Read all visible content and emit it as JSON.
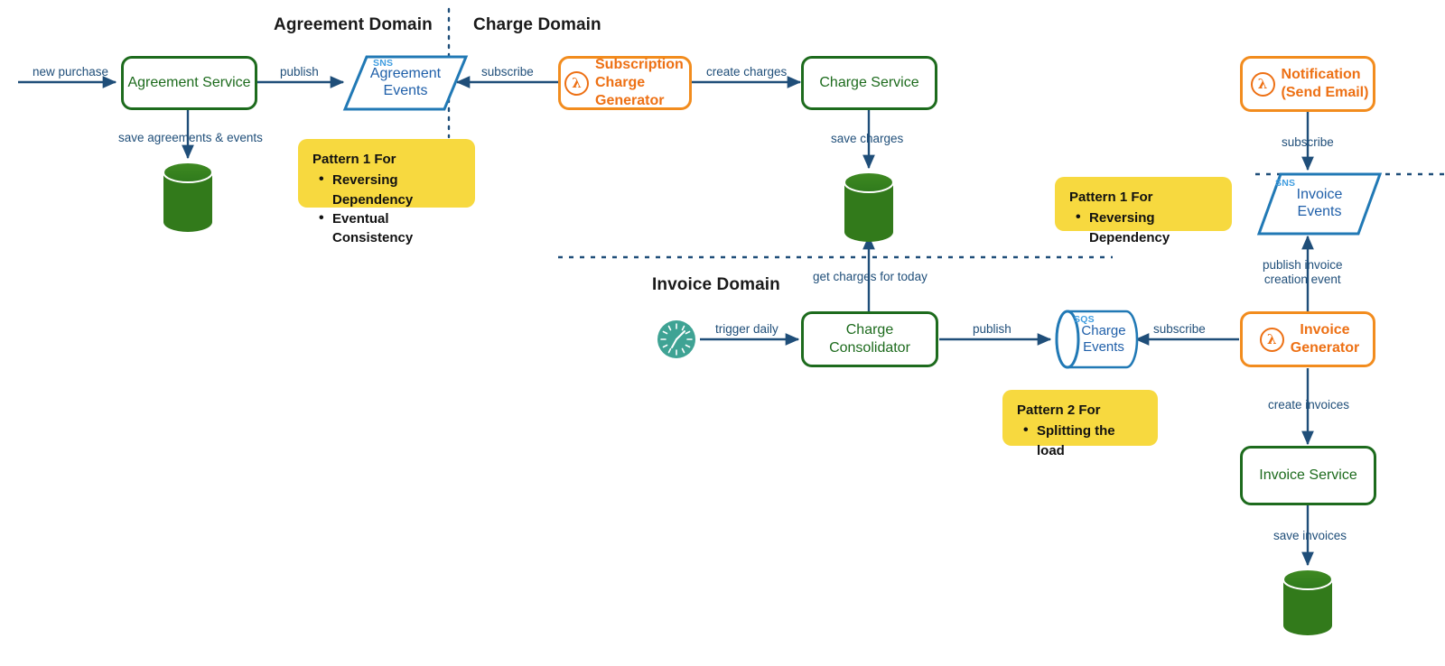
{
  "meta": {
    "colors": {
      "green": "#1d6b1d",
      "orange": "#ed7014",
      "arrow_blue": "#1f4e79",
      "sns_blue": "#1f77c2",
      "sticky_yellow": "#f7d93f",
      "clock_teal": "#3fa394",
      "tag_blue": "#3f9de0"
    }
  },
  "domains": [
    {
      "id": "agreement",
      "title": "Agreement Domain"
    },
    {
      "id": "charge",
      "title": "Charge Domain"
    },
    {
      "id": "invoice",
      "title": "Invoice Domain"
    }
  ],
  "nodes": {
    "agreement_service": {
      "label": "Agreement Service",
      "type": "service"
    },
    "subscription_charge_generator": {
      "line1": "Subscription",
      "line2": "Charge Generator",
      "type": "lambda",
      "icon": "lambda-icon"
    },
    "charge_service": {
      "label": "Charge Service",
      "type": "service"
    },
    "notification": {
      "line1": "Notification",
      "line2": "(Send Email)",
      "type": "lambda",
      "icon": "lambda-icon"
    },
    "charge_consolidator": {
      "line1": "Charge",
      "line2": "Consolidator",
      "type": "service"
    },
    "invoice_generator": {
      "line1": "Invoice",
      "line2": "Generator",
      "type": "lambda",
      "icon": "lambda-icon"
    },
    "invoice_service": {
      "label": "Invoice Service",
      "type": "service"
    }
  },
  "topics": {
    "agreement_events": {
      "tag": "SNS",
      "line1": "Agreement",
      "line2": "Events"
    },
    "invoice_events": {
      "tag": "SNS",
      "line1": "Invoice",
      "line2": "Events"
    },
    "charge_events": {
      "tag": "SQS",
      "line1": "Charge",
      "line2": "Events"
    }
  },
  "databases": {
    "agreements_db": {
      "name": "agreements-database"
    },
    "charges_db": {
      "name": "charges-database"
    },
    "invoices_db": {
      "name": "invoices-database"
    }
  },
  "trigger": {
    "icon": "clock-icon",
    "name": "daily-schedule"
  },
  "edges": [
    {
      "id": "new-purchase",
      "label": "new purchase"
    },
    {
      "id": "publish-agreement",
      "label": "publish"
    },
    {
      "id": "save-agreements",
      "label": "save agreements & events"
    },
    {
      "id": "subscribe-agreement",
      "label": "subscribe"
    },
    {
      "id": "create-charges",
      "label": "create charges"
    },
    {
      "id": "save-charges",
      "label": "save charges"
    },
    {
      "id": "get-charges",
      "label": "get charges for today"
    },
    {
      "id": "trigger-daily",
      "label": "trigger daily"
    },
    {
      "id": "publish-charge",
      "label": "publish"
    },
    {
      "id": "subscribe-charge",
      "label": "subscribe"
    },
    {
      "id": "create-invoices",
      "label": "create invoices"
    },
    {
      "id": "save-invoices",
      "label": "save invoices"
    },
    {
      "id": "publish-invoice",
      "line1": "publish invoice",
      "line2": "creation event"
    },
    {
      "id": "subscribe-invoice",
      "label": "subscribe"
    }
  ],
  "notes": [
    {
      "id": "note-pattern-1-agreement",
      "title": "Pattern 1 For",
      "items": [
        "Reversing Dependency",
        "Eventual Consistency"
      ]
    },
    {
      "id": "note-pattern-1-invoice",
      "title": "Pattern 1 For",
      "items": [
        "Reversing Dependency"
      ]
    },
    {
      "id": "note-pattern-2-charge",
      "title": "Pattern 2 For",
      "items": [
        "Splitting the load"
      ]
    }
  ]
}
